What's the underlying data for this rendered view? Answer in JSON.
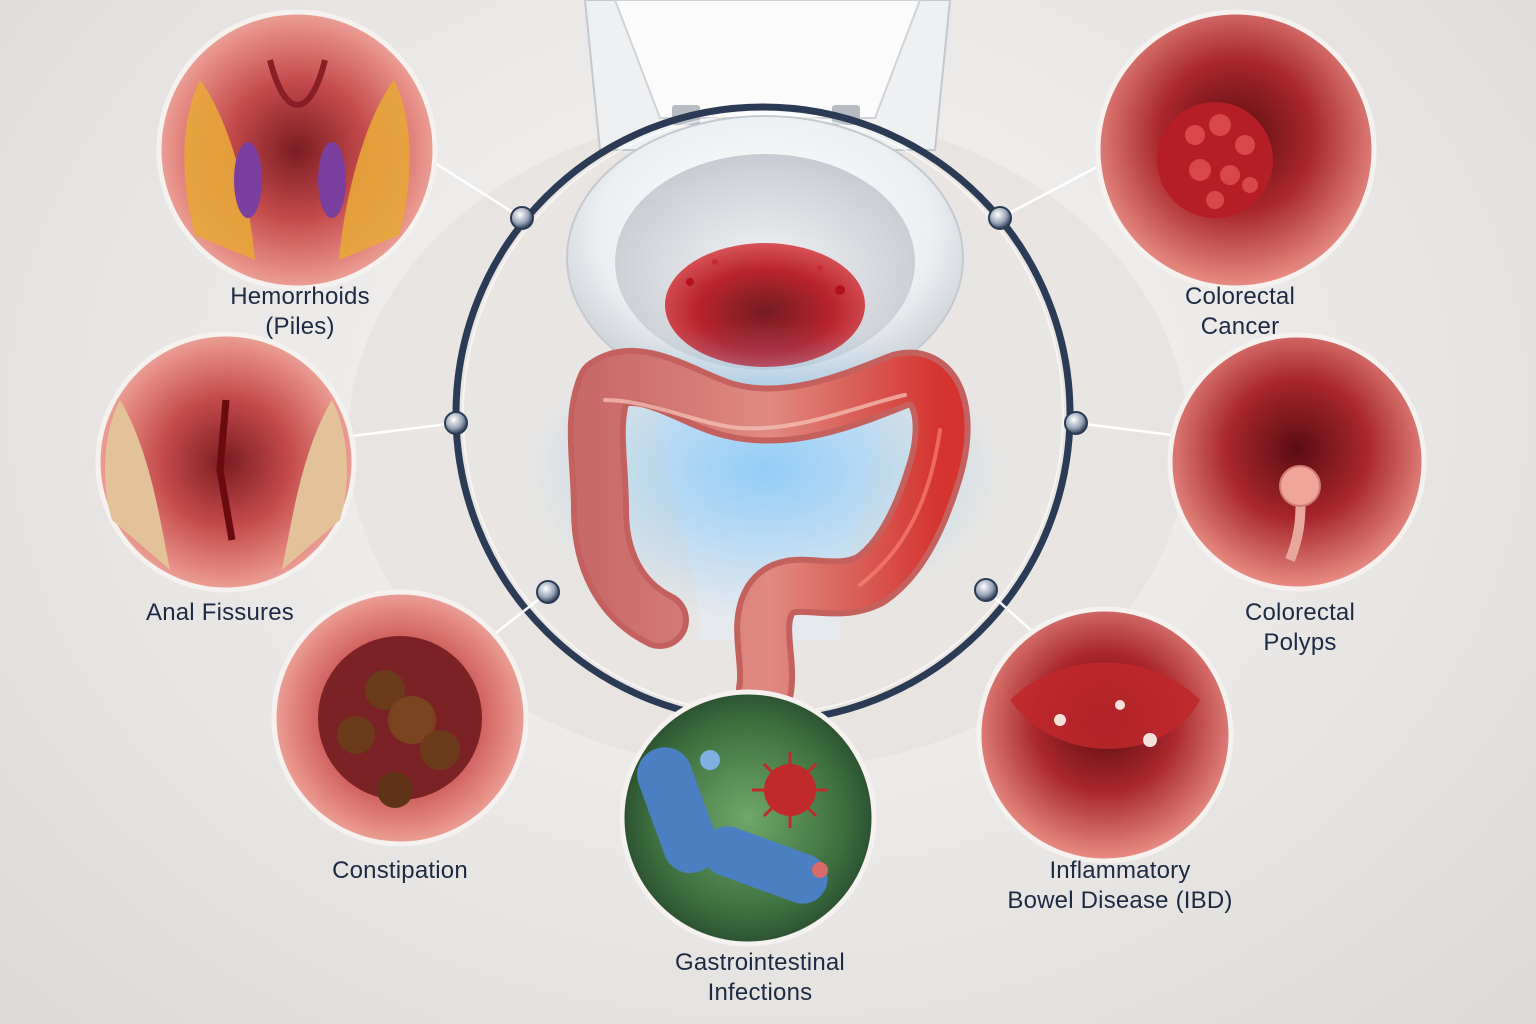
{
  "conditions": {
    "hemorrhoids": {
      "line1": "Hemorrhoids",
      "line2": "(Piles)"
    },
    "anal_fissures": {
      "line1": "Anal Fissures"
    },
    "constipation": {
      "line1": "Constipation"
    },
    "gi_infections": {
      "line1": "Gastrointestinal",
      "line2": "Infections"
    },
    "ibd": {
      "line1": "Inflammatory",
      "line2": "Bowel Disease (IBD)"
    },
    "colorectal_polyps": {
      "line1": "Colorectal",
      "line2": "Polyps"
    },
    "colorectal_cancer": {
      "line1": "Colorectal",
      "line2": "Cancer"
    }
  },
  "colors": {
    "label_text": "#1d2a44",
    "ring": "#2b3a55",
    "connector": "#ffffff",
    "blood": "#b3121c",
    "colon": "#d9736f",
    "glow": "#4fb6ff"
  }
}
